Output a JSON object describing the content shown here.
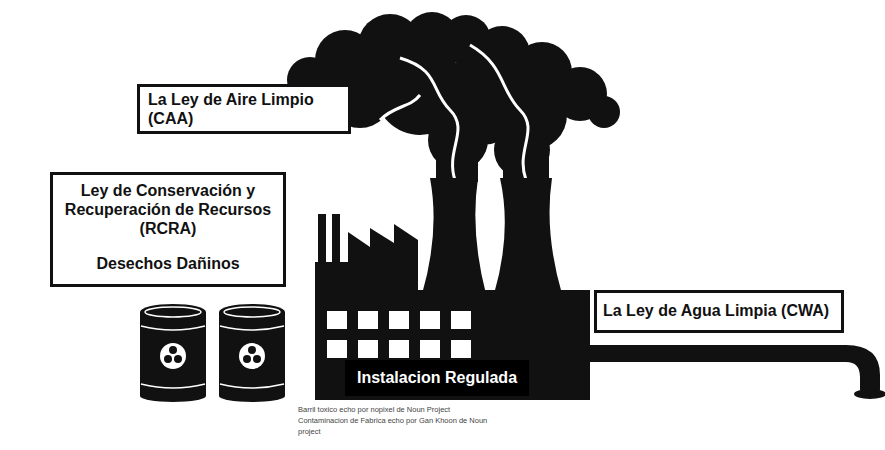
{
  "diagram": {
    "nodes": [
      {
        "text": [
          "La Ley de Aire Limpio (CAA)"
        ]
      },
      {
        "text": [
          "Ley de Conservación y Recuperación de Recursos (RCRA)",
          "Desechos Dañinos"
        ]
      },
      {
        "text": [
          "La Ley de Agua Limpia (CWA)"
        ]
      },
      {
        "text": [
          "Instalacion Regulada"
        ]
      }
    ],
    "labels": [
      "Barril toxico echo por nopixel de Noun Project",
      "Contaminacion de Fabrica echo por Gan Khoon de Noun project"
    ]
  }
}
